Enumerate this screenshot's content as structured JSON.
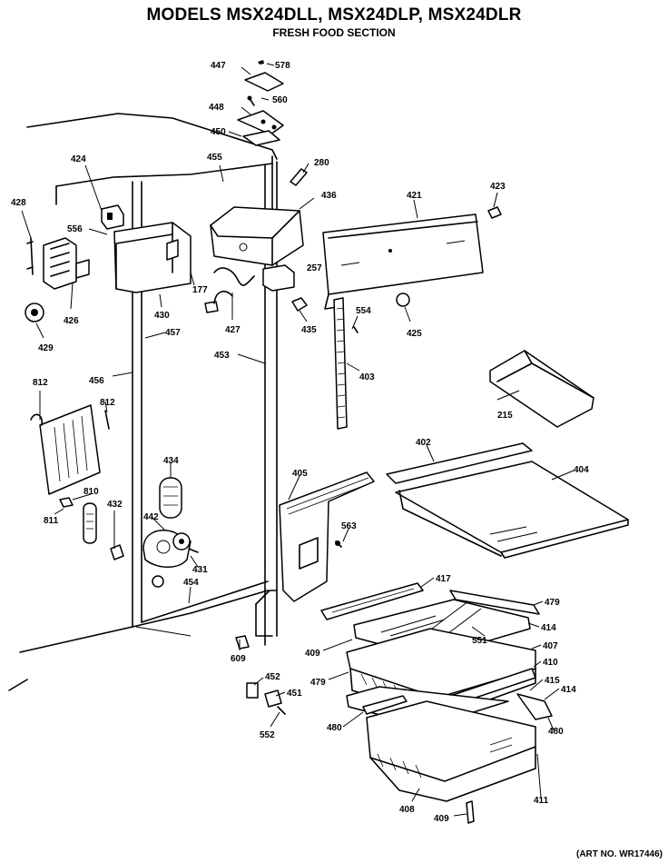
{
  "header": {
    "title": "MODELS MSX24DLL, MSX24DLP, MSX24DLR",
    "subtitle": "FRESH FOOD SECTION"
  },
  "footer": {
    "art_number": "(ART NO. WR17446)"
  },
  "callouts": [
    {
      "id": "447",
      "text": "447"
    },
    {
      "id": "578",
      "text": "578"
    },
    {
      "id": "448",
      "text": "448"
    },
    {
      "id": "560",
      "text": "560"
    },
    {
      "id": "450",
      "text": "450"
    },
    {
      "id": "280",
      "text": "280"
    },
    {
      "id": "455",
      "text": "455"
    },
    {
      "id": "424",
      "text": "424"
    },
    {
      "id": "436",
      "text": "436"
    },
    {
      "id": "421",
      "text": "421"
    },
    {
      "id": "423",
      "text": "423"
    },
    {
      "id": "428",
      "text": "428"
    },
    {
      "id": "556",
      "text": "556"
    },
    {
      "id": "257",
      "text": "257"
    },
    {
      "id": "177",
      "text": "177"
    },
    {
      "id": "426",
      "text": "426"
    },
    {
      "id": "430",
      "text": "430"
    },
    {
      "id": "427",
      "text": "427"
    },
    {
      "id": "435",
      "text": "435"
    },
    {
      "id": "554",
      "text": "554"
    },
    {
      "id": "425",
      "text": "425"
    },
    {
      "id": "429",
      "text": "429"
    },
    {
      "id": "457",
      "text": "457"
    },
    {
      "id": "453",
      "text": "453"
    },
    {
      "id": "403",
      "text": "403"
    },
    {
      "id": "456",
      "text": "456"
    },
    {
      "id": "812a",
      "text": "812"
    },
    {
      "id": "812b",
      "text": "812"
    },
    {
      "id": "215",
      "text": "215"
    },
    {
      "id": "402",
      "text": "402"
    },
    {
      "id": "404",
      "text": "404"
    },
    {
      "id": "434",
      "text": "434"
    },
    {
      "id": "405",
      "text": "405"
    },
    {
      "id": "810",
      "text": "810"
    },
    {
      "id": "811",
      "text": "811"
    },
    {
      "id": "432",
      "text": "432"
    },
    {
      "id": "442",
      "text": "442"
    },
    {
      "id": "563",
      "text": "563"
    },
    {
      "id": "431",
      "text": "431"
    },
    {
      "id": "454",
      "text": "454"
    },
    {
      "id": "417",
      "text": "417"
    },
    {
      "id": "479a",
      "text": "479"
    },
    {
      "id": "414a",
      "text": "414"
    },
    {
      "id": "551",
      "text": "551"
    },
    {
      "id": "409a",
      "text": "409"
    },
    {
      "id": "407",
      "text": "407"
    },
    {
      "id": "609",
      "text": "609"
    },
    {
      "id": "410",
      "text": "410"
    },
    {
      "id": "479b",
      "text": "479"
    },
    {
      "id": "415",
      "text": "415"
    },
    {
      "id": "452",
      "text": "452"
    },
    {
      "id": "414b",
      "text": "414"
    },
    {
      "id": "451",
      "text": "451"
    },
    {
      "id": "552",
      "text": "552"
    },
    {
      "id": "480a",
      "text": "480"
    },
    {
      "id": "480b",
      "text": "480"
    },
    {
      "id": "408",
      "text": "408"
    },
    {
      "id": "411",
      "text": "411"
    },
    {
      "id": "409b",
      "text": "409"
    }
  ]
}
